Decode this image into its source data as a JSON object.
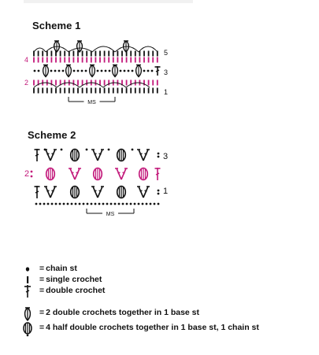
{
  "scheme1": {
    "title": "Scheme 1",
    "row_labels_left": [
      "4",
      "2"
    ],
    "row_labels_right": [
      "5",
      "3",
      "1"
    ],
    "repeat_label": "MS",
    "highlight_color": "#c2187a",
    "base_color": "#111111"
  },
  "scheme2": {
    "title": "Scheme 2",
    "row_labels_left": [
      "2"
    ],
    "row_labels_right": [
      "3",
      "1"
    ],
    "repeat_label": "MS",
    "highlight_color": "#c2187a",
    "base_color": "#111111"
  },
  "legend": [
    {
      "icon": "chain-stitch-icon",
      "eq": "=",
      "text": "chain st"
    },
    {
      "icon": "single-crochet-icon",
      "eq": "=",
      "text": "single crochet"
    },
    {
      "icon": "double-crochet-icon",
      "eq": "=",
      "text": "double crochet"
    },
    {
      "icon": "dc2tog-icon",
      "eq": "=",
      "text": "2 double crochets together in 1 base st"
    },
    {
      "icon": "hdc4tog-icon",
      "eq": "=",
      "text": "4 half double crochets together in 1 base st, 1 chain st"
    }
  ]
}
